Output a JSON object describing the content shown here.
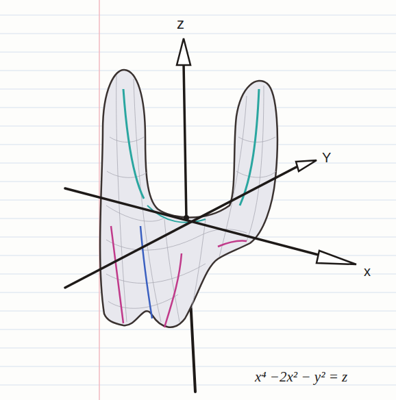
{
  "diagram": {
    "labels": [
      "z",
      "Y",
      "x",
      "x⁴ −2x² − y² = z"
    ]
  }
}
